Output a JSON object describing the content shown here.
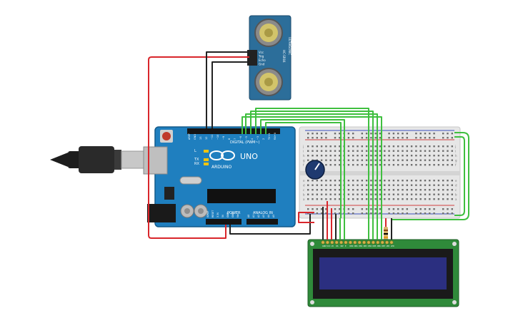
{
  "arduino": {
    "brand": "UNO",
    "logo_text": "ARDUINO",
    "digital_label": "DIGITAL (PWM~)",
    "power_label": "POWER",
    "analog_label": "ANALOG IN",
    "l_label": "L",
    "tx_label": "TX",
    "rx_label": "RX",
    "top_pins": [
      "AREF",
      "GND",
      "13",
      "12",
      "~11",
      "~10",
      "~9",
      "8",
      "7",
      "~6",
      "~5",
      "4",
      "~3",
      "2",
      "TX→1",
      "RX←0"
    ],
    "power_pins": [
      "IOREF",
      "RESET",
      "3.3V",
      "5V",
      "GND",
      "GND",
      "Vin"
    ],
    "analog_pins": [
      "A0",
      "A1",
      "A2",
      "A3",
      "A4",
      "A5"
    ]
  },
  "sensor": {
    "pins": [
      "Vcc",
      "Trig",
      "Echo",
      "Gnd"
    ],
    "label_left": "HC-SR04",
    "label_right": "ULTRASONIC"
  },
  "breadboard": {
    "row_letters_top": [
      "j",
      "i",
      "h",
      "g",
      "f"
    ],
    "row_letters_bottom": [
      "e",
      "d",
      "c",
      "b",
      "a"
    ]
  },
  "lcd": {
    "pin_labels": [
      "GND",
      "VCC",
      "V0",
      "RS",
      "RW",
      "E",
      "DB0",
      "DB1",
      "DB2",
      "DB3",
      "DB4",
      "DB5",
      "DB6",
      "DB7",
      "LED",
      "LED"
    ]
  },
  "colors": {
    "board": "#1f7fbf",
    "breadboard": "#e8e8e8",
    "lcd_pcb": "#2f8a3a",
    "lcd_screen": "#2b2f80",
    "wire_red": "#d9262b",
    "wire_black": "#222222",
    "wire_green": "#3fbf3f",
    "sensor_pcb": "#2c6e9a"
  }
}
